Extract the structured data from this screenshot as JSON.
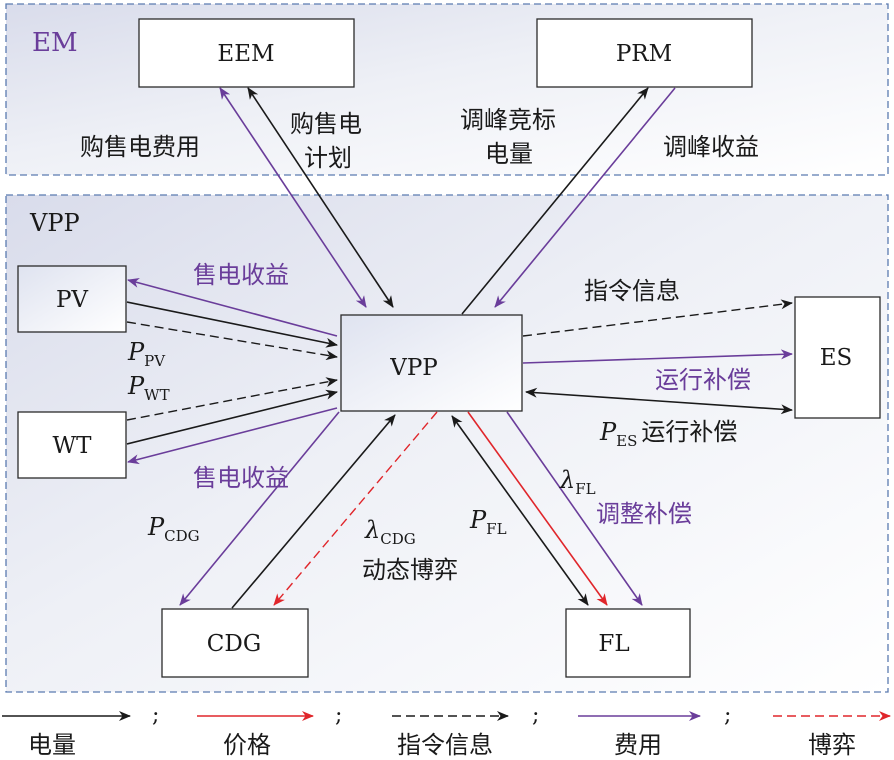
{
  "regions": {
    "em": "EM",
    "vpp": "VPP"
  },
  "nodes": {
    "eem": "EEM",
    "prm": "PRM",
    "pv": "PV",
    "wt": "WT",
    "vpp": "VPP",
    "es": "ES",
    "cdg": "CDG",
    "fl": "FL"
  },
  "labels": {
    "eem_fee": "购售电费用",
    "eem_plan_1": "购售电",
    "eem_plan_2": "计划",
    "prm_bid_1": "调峰竞标",
    "prm_bid_2": "电量",
    "prm_income": "调峰收益",
    "pv_income": "售电收益",
    "p_pv_main": "P",
    "p_pv_sub": "PV",
    "p_wt_main": "P",
    "p_wt_sub": "WT",
    "wt_income": "售电收益",
    "es_cmd": "指令信息",
    "es_comp": "运行补偿",
    "p_es_main": "P",
    "p_es_sub": "ES",
    "p_es_text": "运行补偿",
    "p_cdg_main": "P",
    "p_cdg_sub": "CDG",
    "lambda_cdg_main": "λ",
    "lambda_cdg_sub": "CDG",
    "cdg_game": "动态博弈",
    "p_fl_main": "P",
    "p_fl_sub": "FL",
    "lambda_fl_main": "λ",
    "lambda_fl_sub": "FL",
    "fl_comp": "调整补偿"
  },
  "legend": {
    "separator": ";",
    "items": [
      {
        "label": "电量",
        "color": "#1a1a1a",
        "style": "solid"
      },
      {
        "label": "价格",
        "color": "#e0262b",
        "style": "solid"
      },
      {
        "label": "指令信息",
        "color": "#1a1a1a",
        "style": "dashed"
      },
      {
        "label": "费用",
        "color": "#6a3d9a",
        "style": "solid"
      },
      {
        "label": "博弈",
        "color": "#e0262b",
        "style": "dashed"
      }
    ]
  },
  "colors": {
    "black": "#1a1a1a",
    "red": "#e0262b",
    "purple": "#6a3d9a",
    "region_border": "#5b7bb0"
  }
}
